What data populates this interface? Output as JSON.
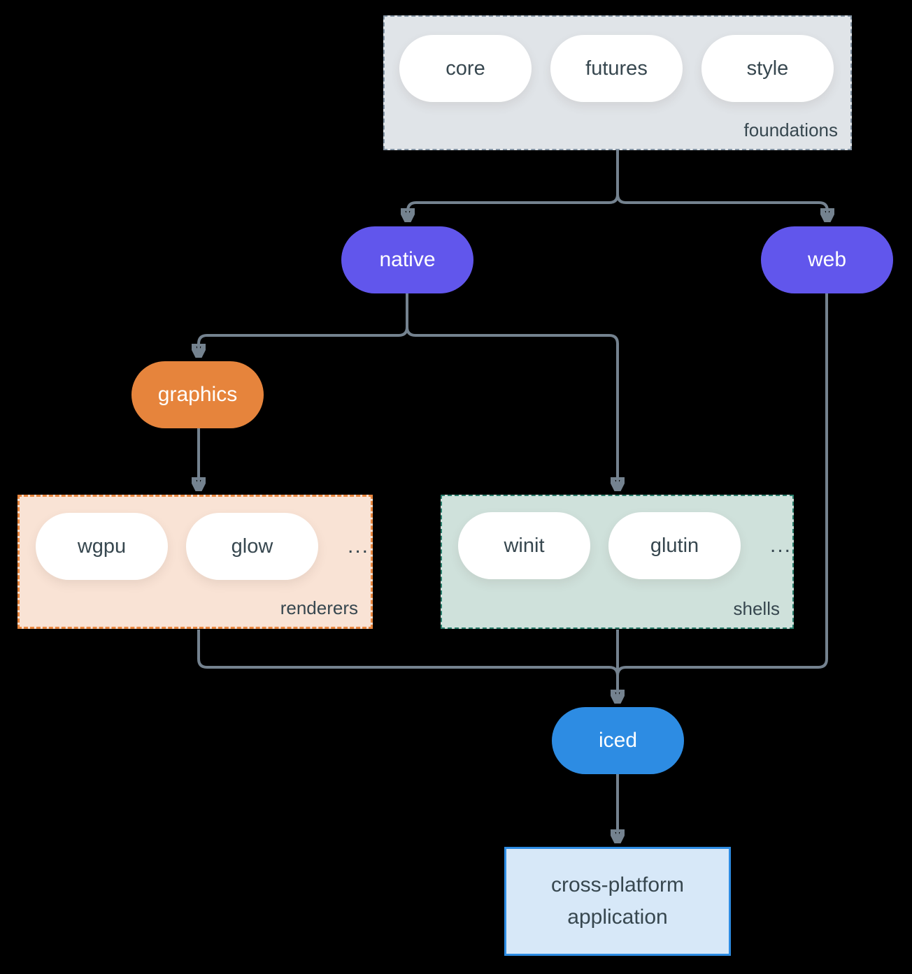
{
  "colors": {
    "background": "#000000",
    "connector": "#74828f",
    "node_purple": "#6156ec",
    "node_orange": "#e6843c",
    "node_blue": "#2d8ce3",
    "foundations_fill": "#e0e4e8",
    "foundations_border": "#8494a4",
    "renderers_fill": "#f9e3d5",
    "renderers_border": "#e8863e",
    "shells_fill": "#cfe1db",
    "shells_border": "#2b7f6d",
    "application_fill": "#d7e8f8",
    "application_border": "#2d8ce3",
    "text_dark": "#37474f",
    "text_light": "#ffffff"
  },
  "diagram": {
    "foundations": {
      "label": "foundations",
      "items": [
        "core",
        "futures",
        "style"
      ]
    },
    "native": {
      "label": "native"
    },
    "web": {
      "label": "web"
    },
    "graphics": {
      "label": "graphics"
    },
    "renderers": {
      "label": "renderers",
      "items": [
        "wgpu",
        "glow"
      ],
      "more": "..."
    },
    "shells": {
      "label": "shells",
      "items": [
        "winit",
        "glutin"
      ],
      "more": "..."
    },
    "iced": {
      "label": "iced"
    },
    "application": {
      "label": "cross-platform application"
    }
  }
}
